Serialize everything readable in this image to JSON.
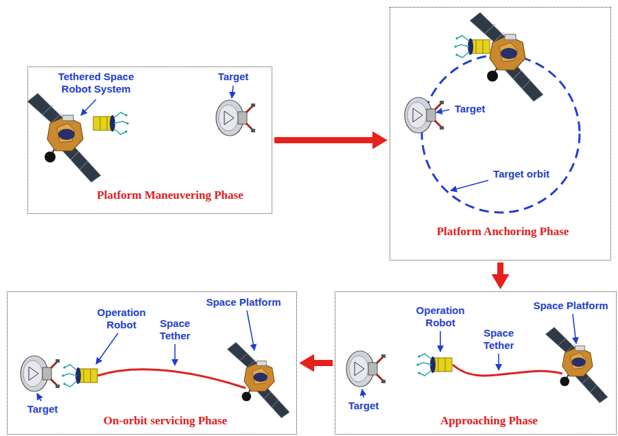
{
  "diagram": {
    "nodes": [
      {
        "text": [
          "Platform Maneuvering Phase"
        ]
      },
      {
        "text": [
          "Platform Anchoring Phase"
        ]
      },
      {
        "text": [
          "On-orbit servicing Phase"
        ]
      },
      {
        "text": [
          "Approaching Phase"
        ]
      }
    ],
    "edges": [
      {
        "from": 0,
        "to": 1,
        "arrow": "to"
      },
      {
        "from": 1,
        "to": 3,
        "arrow": "to"
      },
      {
        "from": 3,
        "to": 2,
        "arrow": "to"
      }
    ],
    "labels": [
      "Tethered Space Robot System",
      "Target",
      "Target",
      "Target orbit",
      "Target",
      "Operation Robot",
      "Space Tether",
      "Space Platform",
      "Target",
      "Operation Robot",
      "Space Tether",
      "Space Platform"
    ]
  }
}
